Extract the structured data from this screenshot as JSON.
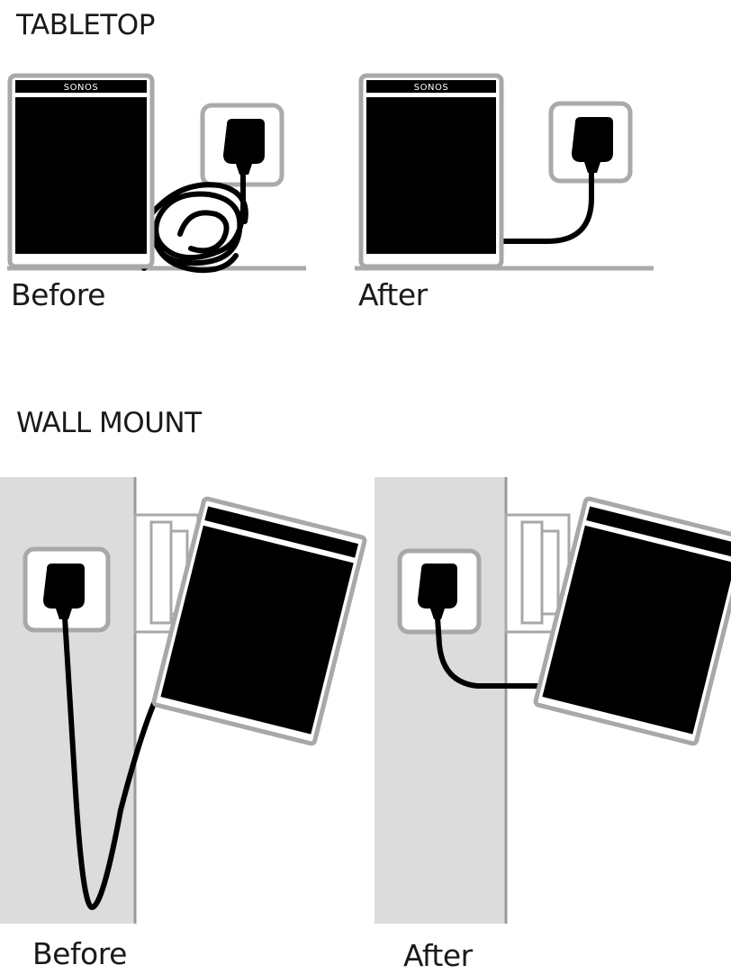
{
  "sections": {
    "tabletop": {
      "title": "TABLETOP",
      "before_caption": "Before",
      "after_caption": "After",
      "brand_label": "SONOS"
    },
    "wall_mount": {
      "title": "WALL MOUNT",
      "before_caption": "Before",
      "after_caption": "After"
    }
  },
  "colors": {
    "speaker": "#000000",
    "outline": "#a8a8a8",
    "wall": "#dcdcdc",
    "surface": "#aaaaaa",
    "cable": "#000000"
  }
}
